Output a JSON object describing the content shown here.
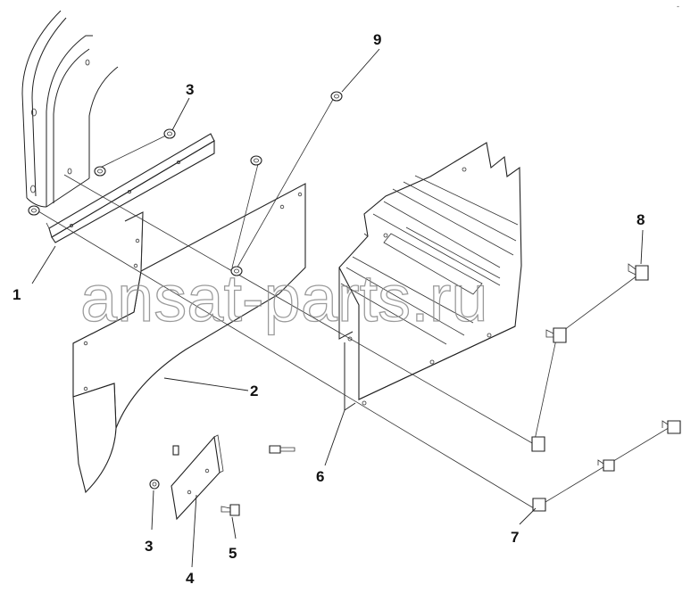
{
  "watermark": "ansat-parts.ru",
  "corner_mark": "‑",
  "callouts": [
    "1",
    "2",
    "3",
    "3",
    "4",
    "5",
    "6",
    "7",
    "8",
    "9"
  ]
}
